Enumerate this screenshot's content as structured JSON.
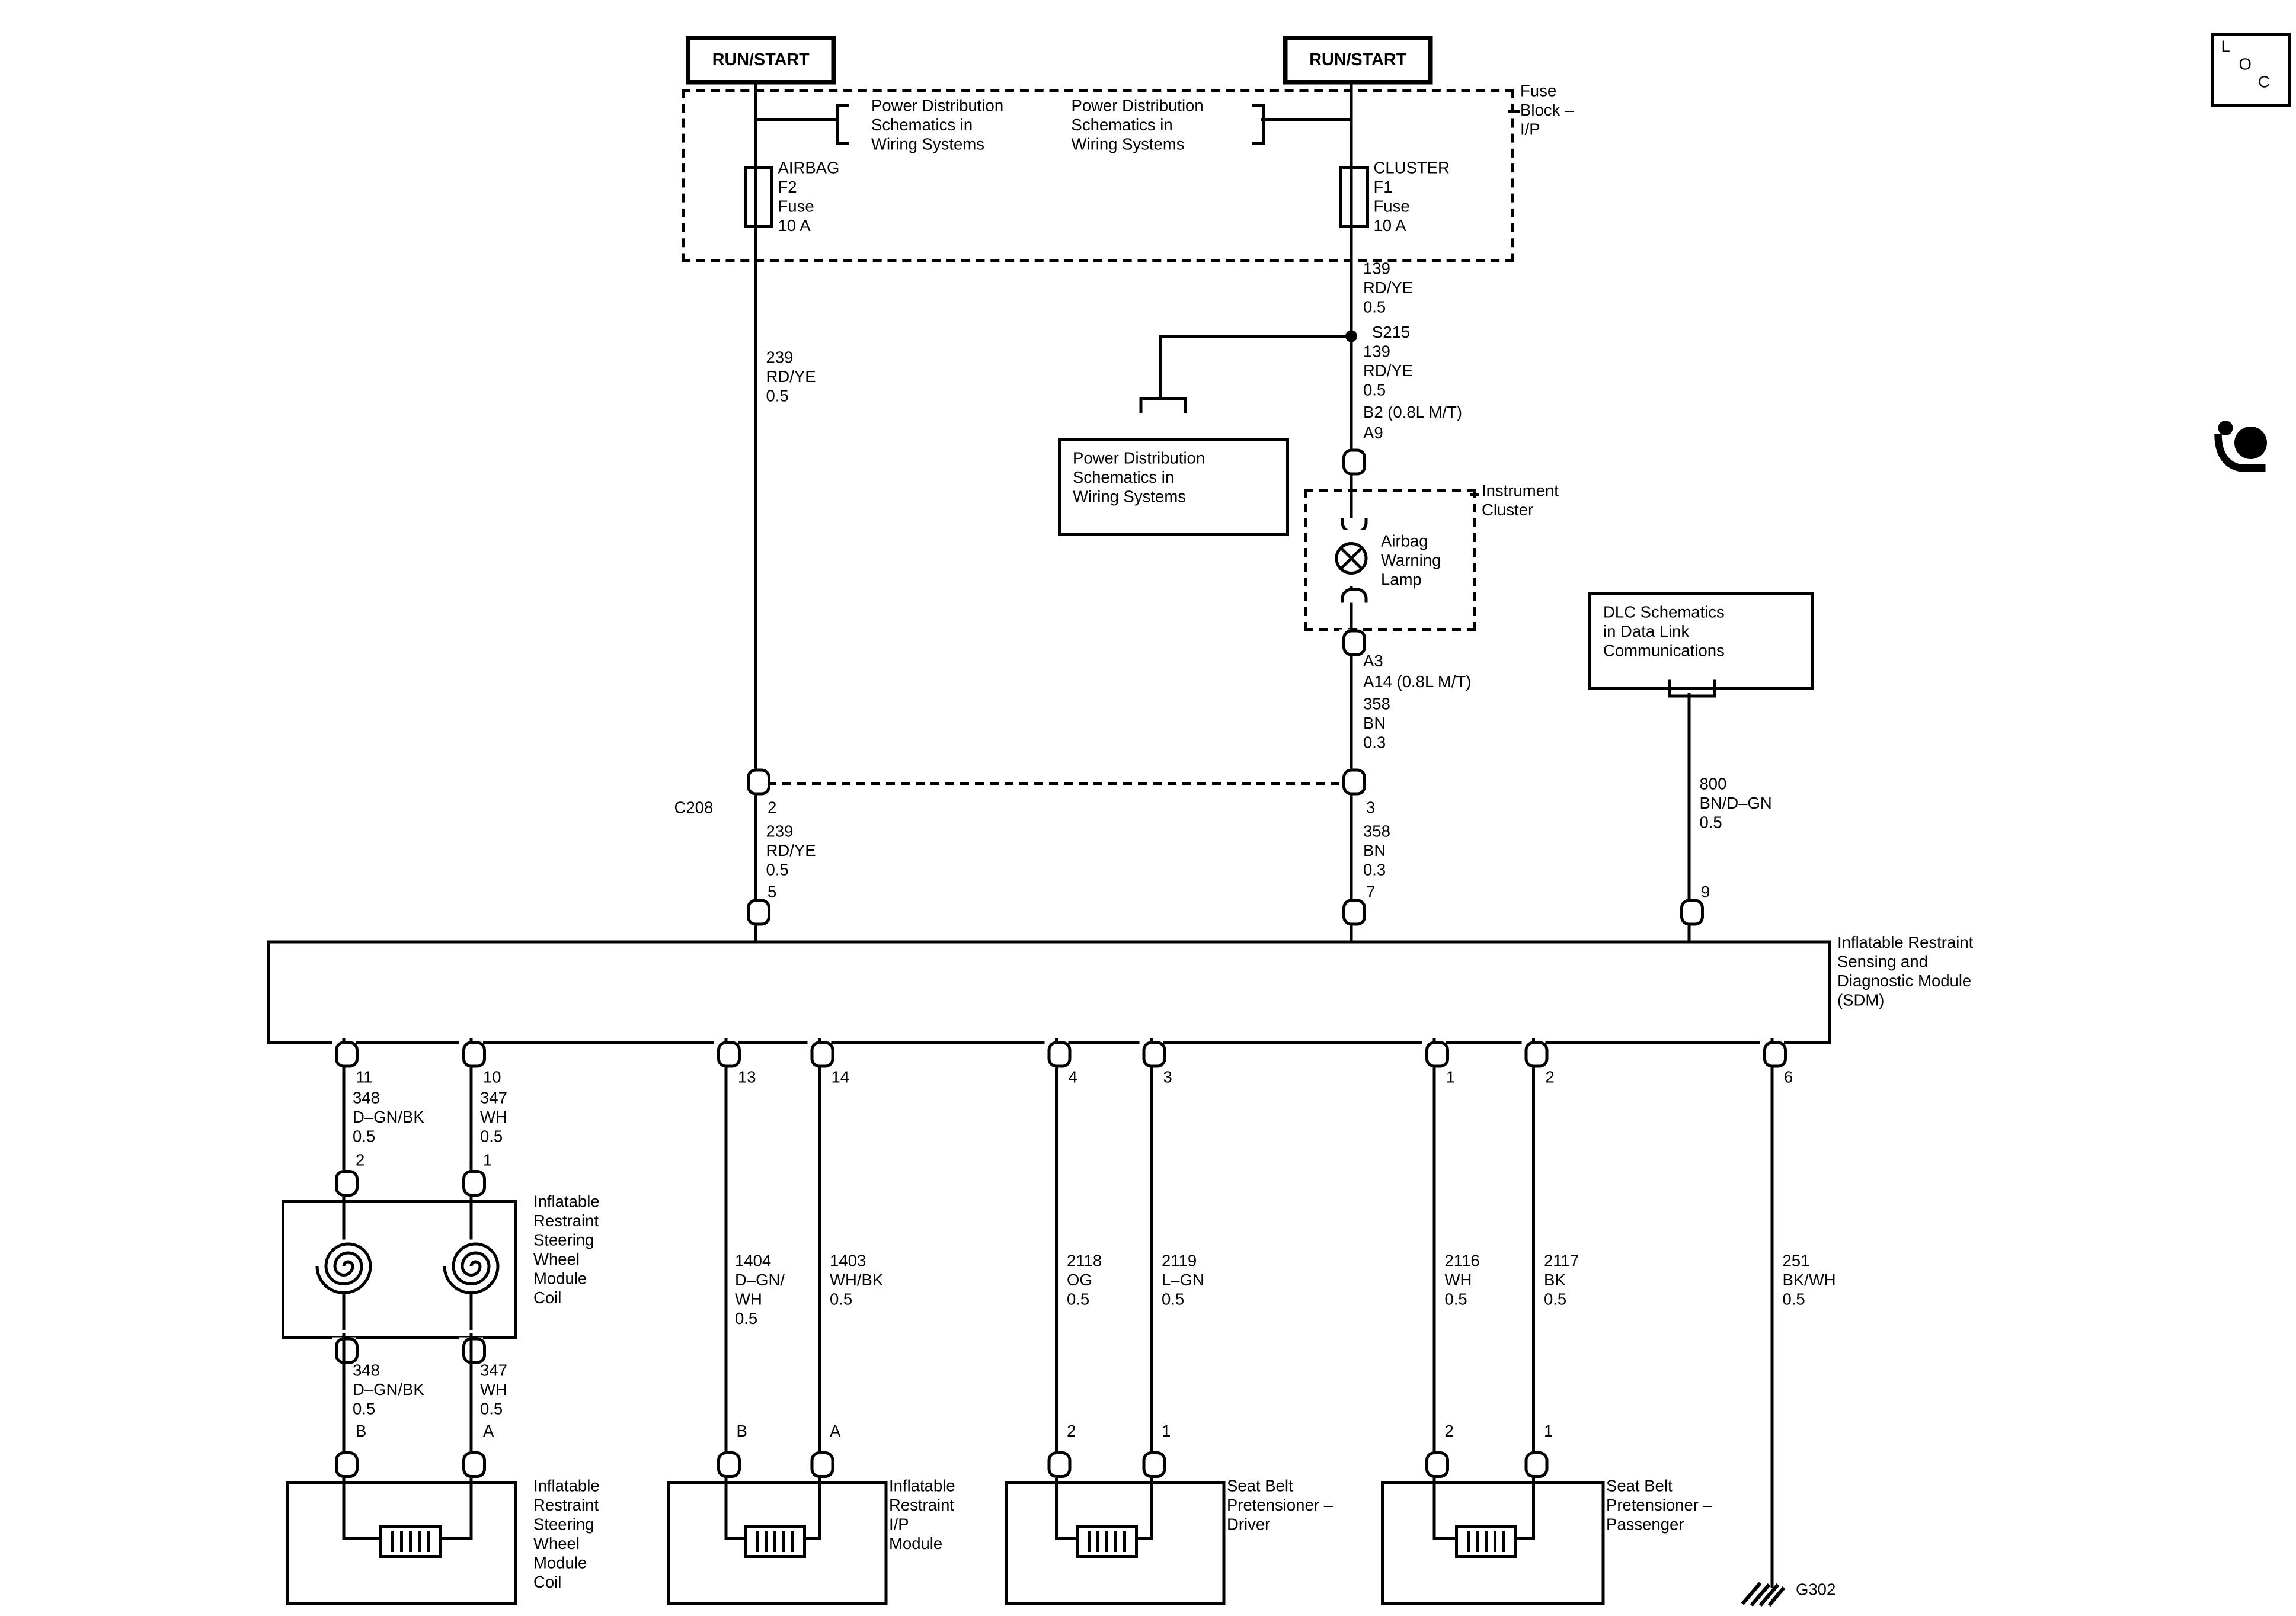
{
  "loc": {
    "l": "L",
    "o": "O",
    "c": "C"
  },
  "header": {
    "run_start_left": "RUN/START",
    "run_start_right": "RUN/START",
    "fuse_block_label": "Fuse\nBlock –\nI/P",
    "pd_ref_left": "Power Distribution\nSchematics in\nWiring Systems",
    "pd_ref_right": "Power Distribution\nSchematics in\nWiring Systems",
    "airbag_fuse_label": "AIRBAG\nF2\nFuse\n10 A",
    "cluster_fuse_label": "CLUSTER\nF1\nFuse\n10 A"
  },
  "cluster_branch": {
    "wire_139_upper": "139\nRD/YE\n0.5",
    "splice_label": "S215",
    "wire_139_lower": "139\nRD/YE\n0.5",
    "pin_b2": "B2 (0.8L M/T)",
    "pin_a9": "A9",
    "pd_box_label": "Power Distribution\nSchematics in\nWiring Systems",
    "instrument_cluster_label": "Instrument\nCluster",
    "lamp_label": "Airbag\nWarning\nLamp",
    "pin_a3": "A3",
    "pin_a14": "A14 (0.8L M/T)",
    "wire_358_upper": "358\nBN\n0.3",
    "pin_c208_3": "3",
    "wire_358_lower": "358\nBN\n0.3",
    "pin_sdm_7": "7"
  },
  "airbag_branch": {
    "wire_239_upper": "239\nRD/YE\n0.5",
    "c208_label": "C208",
    "pin_c208_2": "2",
    "wire_239_lower": "239\nRD/YE\n0.5",
    "pin_sdm_5": "5"
  },
  "dlc_branch": {
    "box_label": "DLC Schematics\nin Data Link\nCommunications",
    "wire_800": "800\nBN/D–GN\n0.5",
    "pin_sdm_9": "9"
  },
  "sdm": {
    "label": "Inflatable Restraint\nSensing and\nDiagnostic Module\n(SDM)",
    "pins_bottom": [
      "11",
      "10",
      "13",
      "14",
      "4",
      "3",
      "1",
      "2",
      "6"
    ]
  },
  "steering_coil": {
    "wire_348_upper": "348\nD–GN/BK\n0.5",
    "pin_coil_2": "2",
    "wire_347_upper": "347\nWH\n0.5",
    "pin_coil_1": "1",
    "coil_box_label": "Inflatable\nRestraint\nSteering\nWheel\nModule\nCoil",
    "wire_348_lower": "348\nD–GN/BK\n0.5",
    "pin_b": "B",
    "wire_347_lower": "347\nWH\n0.5",
    "pin_a": "A",
    "lower_box_label": "Inflatable\nRestraint\nSteering\nWheel\nModule\nCoil"
  },
  "ip_module": {
    "wire_1404": "1404\nD–GN/\nWH\n0.5",
    "pin_b": "B",
    "wire_1403": "1403\nWH/BK\n0.5",
    "pin_a": "A",
    "box_label": "Inflatable\nRestraint\nI/P\nModule"
  },
  "pretensioner_driver": {
    "wire_2118": "2118\nOG\n0.5",
    "pin_2": "2",
    "wire_2119": "2119\nL–GN\n0.5",
    "pin_1": "1",
    "box_label": "Seat Belt\nPretensioner –\nDriver"
  },
  "pretensioner_passenger": {
    "wire_2116": "2116\nWH\n0.5",
    "pin_2": "2",
    "wire_2117": "2117\nBK\n0.5",
    "pin_1": "1",
    "box_label": "Seat Belt\nPretensioner –\nPassenger"
  },
  "ground": {
    "wire_251": "251\nBK/WH\n0.5",
    "label": "G302"
  }
}
